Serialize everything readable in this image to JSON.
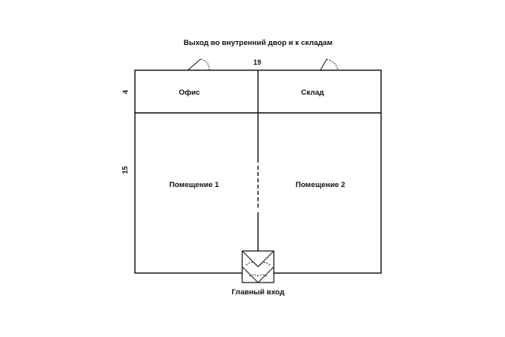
{
  "labels": {
    "top_caption": "Выход во внутренний двор и к складам",
    "bottom_caption": "Главный вход"
  },
  "dimensions": {
    "width": "19",
    "office_depth": "4",
    "room_depth": "15"
  },
  "rooms": {
    "office": "Офис",
    "storage": "Склад",
    "room1": "Помещение 1",
    "room2": "Помещение 2"
  },
  "colors": {
    "line": "#111111",
    "background": "#ffffff"
  },
  "icons": {
    "door_left_top": "door-swing-icon",
    "door_right_top": "door-swing-icon",
    "main_entrance": "double-door-icon"
  }
}
